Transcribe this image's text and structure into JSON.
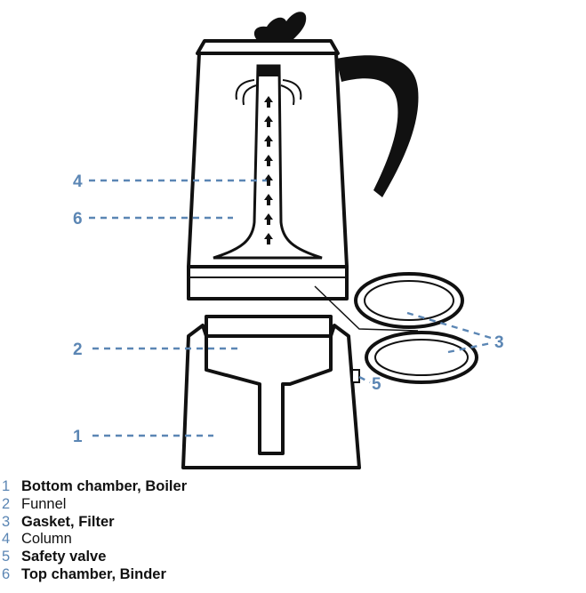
{
  "colors": {
    "callout": "#5b86b4",
    "ink": "#111111"
  },
  "callouts": [
    {
      "id": "4",
      "label": "4"
    },
    {
      "id": "6",
      "label": "6"
    },
    {
      "id": "2",
      "label": "2"
    },
    {
      "id": "1",
      "label": "1"
    },
    {
      "id": "3",
      "label": "3"
    },
    {
      "id": "5",
      "label": "5"
    }
  ],
  "legend": [
    {
      "num": "1",
      "text": "Bottom chamber, Boiler",
      "bold": true
    },
    {
      "num": "2",
      "text": "Funnel",
      "bold": false
    },
    {
      "num": "3",
      "text": "Gasket, Filter",
      "bold": true
    },
    {
      "num": "4",
      "text": "Column",
      "bold": false
    },
    {
      "num": "5",
      "text": "Safety valve",
      "bold": true
    },
    {
      "num": "6",
      "text": "Top chamber, Binder",
      "bold": true
    }
  ]
}
